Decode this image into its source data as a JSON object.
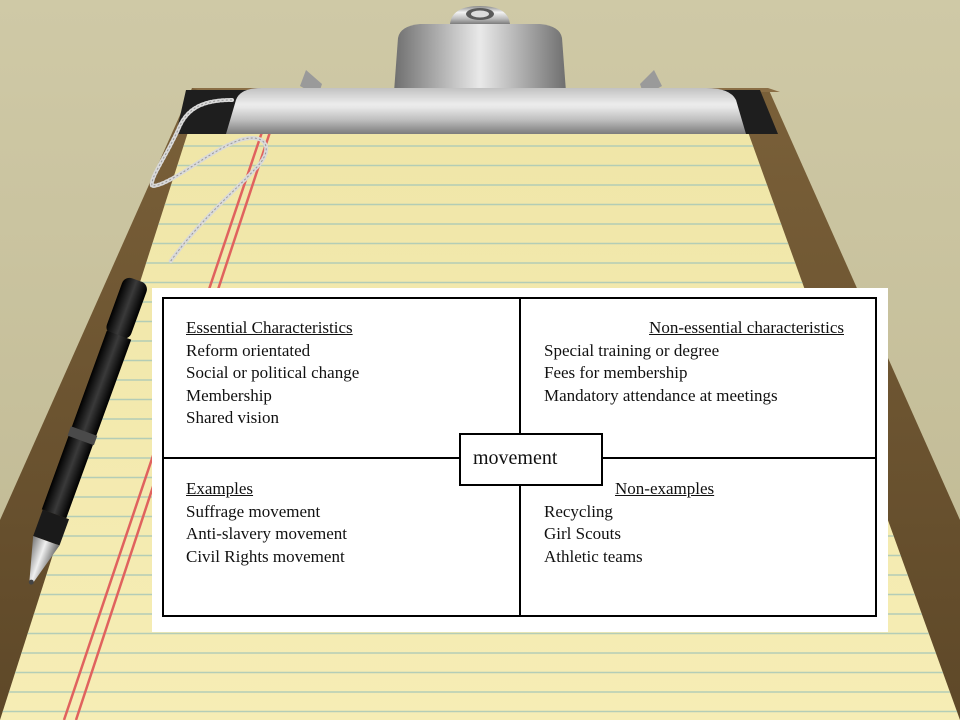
{
  "diagram": {
    "center_term": "movement",
    "quadrants": {
      "top_left": {
        "heading": "Essential Characteristics",
        "items": [
          "Reform orientated",
          "Social or political change",
          "Membership",
          "Shared vision"
        ]
      },
      "top_right": {
        "heading": "Non-essential characteristics",
        "items": [
          "Special training or degree",
          "Fees for membership",
          "Mandatory attendance at meetings"
        ]
      },
      "bottom_left": {
        "heading": "Examples",
        "items": [
          "Suffrage movement",
          "Anti-slavery movement",
          "Civil Rights movement"
        ]
      },
      "bottom_right": {
        "heading": "Non-examples",
        "items": [
          "Recycling",
          "Girl Scouts",
          "Athletic teams"
        ]
      }
    }
  },
  "colors": {
    "paper": "#f3e9a6",
    "paper_line": "#a9c8b8",
    "margin_line": "#e0625e",
    "clipboard_board": "#6e5532"
  },
  "icons": [
    "clipboard-clip-icon",
    "pen-icon",
    "bead-chain-icon"
  ]
}
